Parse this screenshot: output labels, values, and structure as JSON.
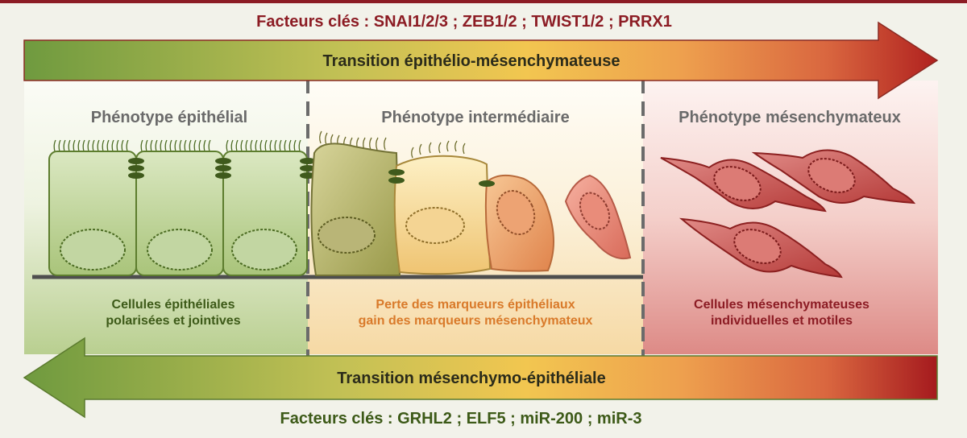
{
  "top_factors": "Facteurs clés : SNAI1/2/3 ; ZEB1/2 ; TWIST1/2 ; PRRX1",
  "arrow_top_label": "Transition épithélio-mésenchymateuse",
  "arrow_bottom_label": "Transition mésenchymo-épithéliale",
  "bottom_factors": "Facteurs clés : GRHL2 ; ELF5 ; miR-200 ; miR-3",
  "panels": {
    "epithelial": {
      "title": "Phénotype épithélial",
      "caption_line1": "Cellules épithéliales",
      "caption_line2": "polarisées et jointives"
    },
    "intermediate": {
      "title": "Phénotype intermédiaire",
      "caption_line1": "Perte des marqueurs épithéliaux",
      "caption_line2": "gain des marqueurs mésenchymateux"
    },
    "mesenchymal": {
      "title": "Phénotype mésenchymateux",
      "caption_line1": "Cellules mésenchymateuses",
      "caption_line2": "individuelles et motiles"
    }
  },
  "colors": {
    "green": "#7a9b45",
    "yellow": "#efc24a",
    "orange": "#e79850",
    "red": "#b01f23",
    "dark_red": "#8c1c24",
    "dark_green": "#3d5a18",
    "orange_text": "#d97a2a"
  }
}
